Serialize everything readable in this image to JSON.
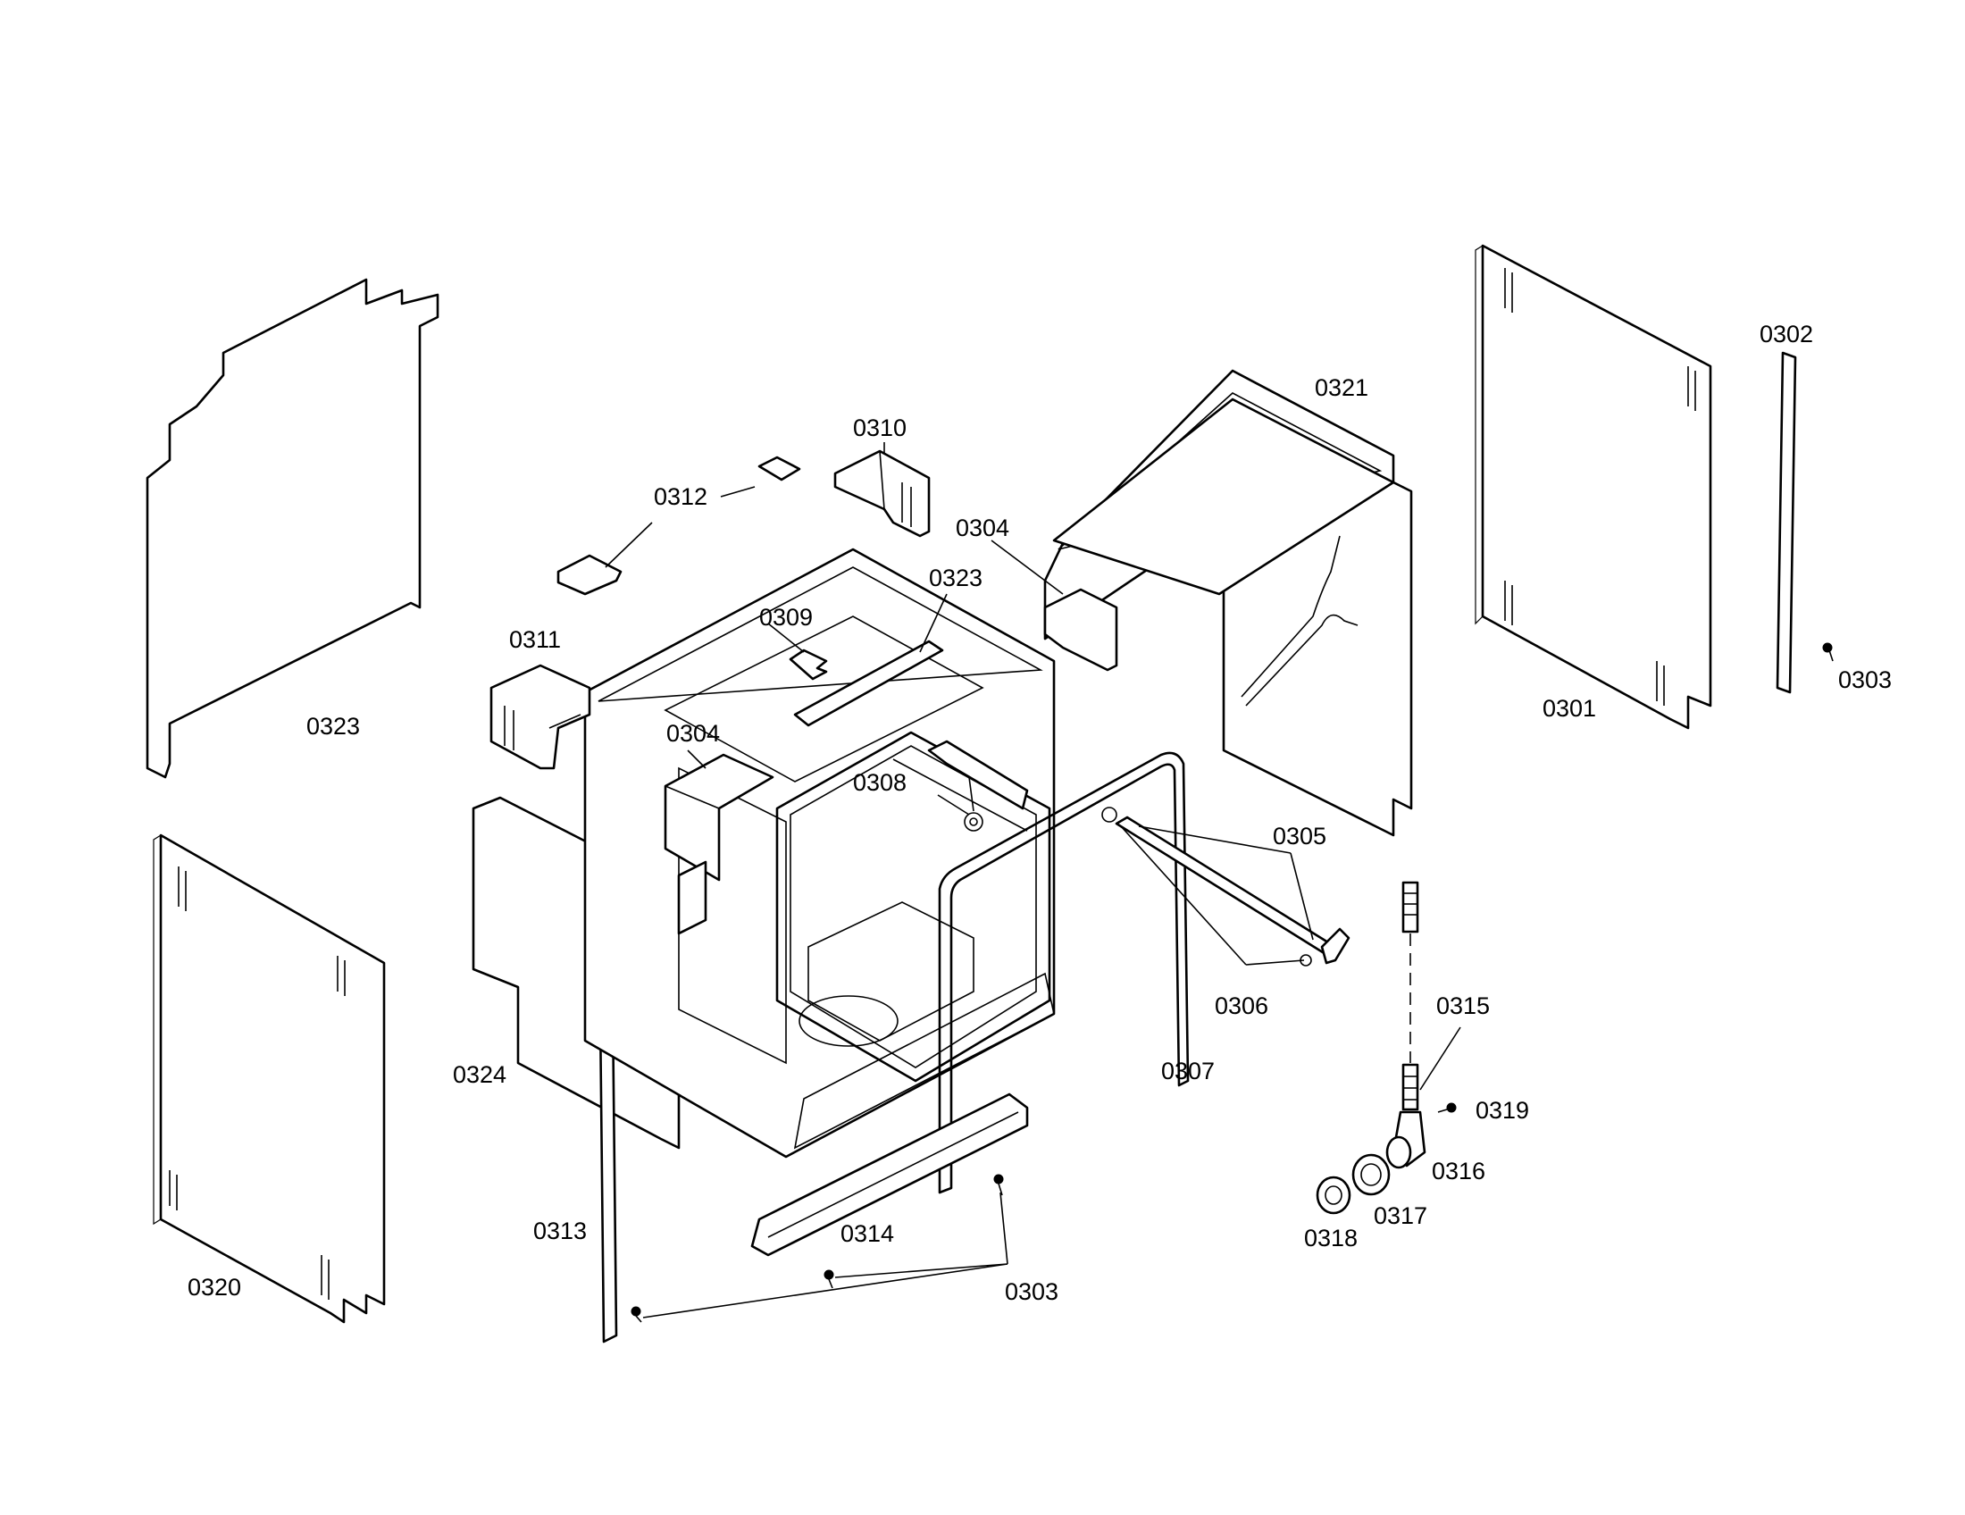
{
  "callouts": {
    "c0301": "0301",
    "c0302": "0302",
    "c0303_top": "0303",
    "c0303_bottom": "0303",
    "c0304_left": "0304",
    "c0304_right": "0304",
    "c0305": "0305",
    "c0306": "0306",
    "c0307": "0307",
    "c0308": "0308",
    "c0309": "0309",
    "c0310": "0310",
    "c0311": "0311",
    "c0312": "0312",
    "c0313": "0313",
    "c0314": "0314",
    "c0315": "0315",
    "c0316": "0316",
    "c0317": "0317",
    "c0318": "0318",
    "c0319": "0319",
    "c0320": "0320",
    "c0321": "0321",
    "c0323_left": "0323",
    "c0323_top": "0323",
    "c0324": "0324"
  },
  "colors": {
    "line": "#000000",
    "background": "#ffffff"
  }
}
